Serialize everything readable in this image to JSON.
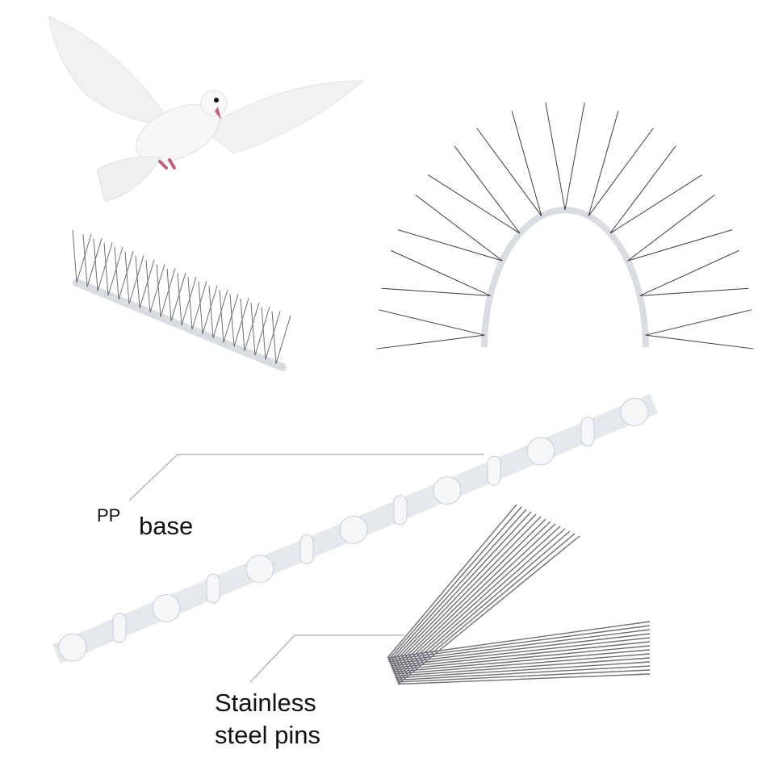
{
  "labels": {
    "pp_prefix": "PP",
    "pp_word": "base",
    "pins_line1": "Stainless",
    "pins_line2": "steel pins"
  },
  "colors": {
    "text": "#111111",
    "leader_line": "#9a9a9a",
    "steel": "#6d6f73",
    "plastic": "#d9dde2",
    "dove_feet": "#c0607e"
  }
}
